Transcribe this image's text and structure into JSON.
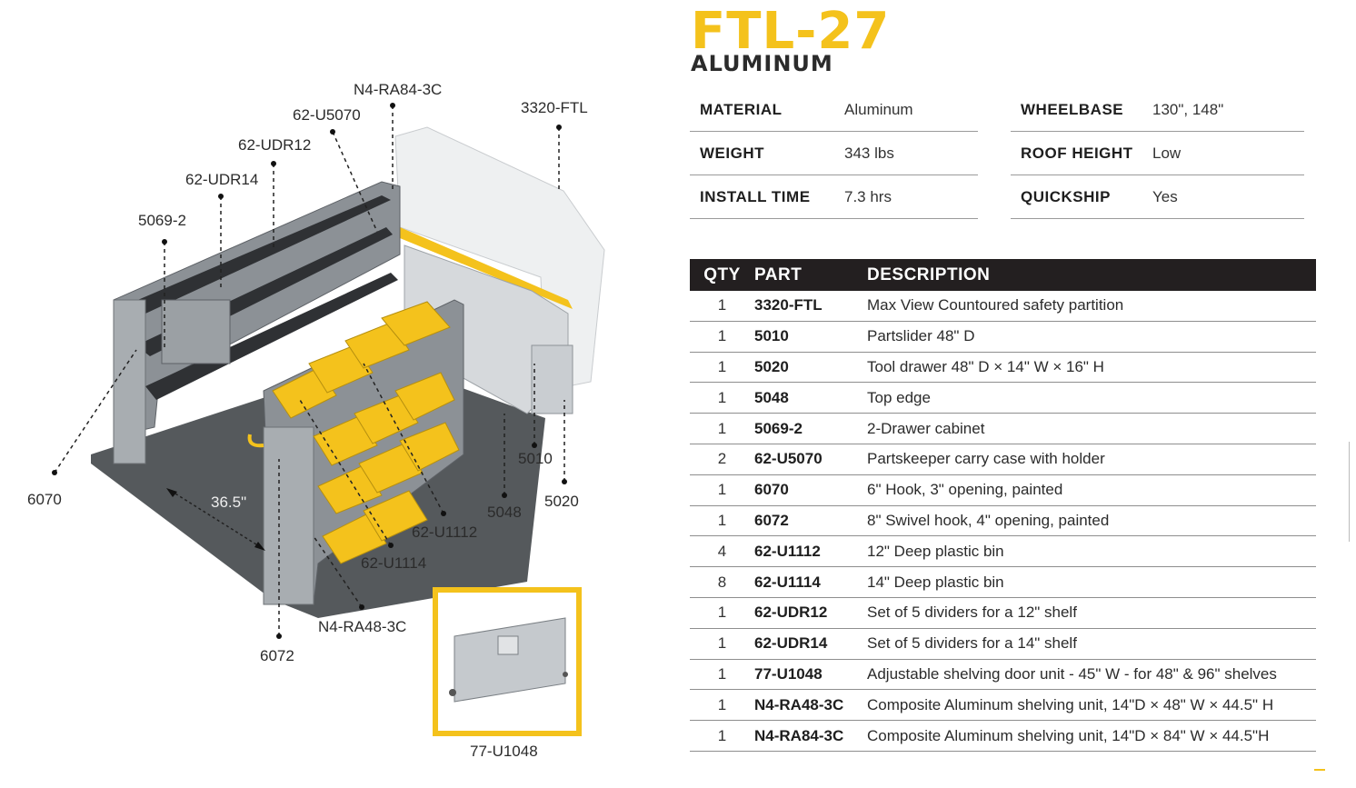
{
  "title": "FTL-27",
  "subtitle": "ALUMINUM",
  "colors": {
    "accent": "#f4c21c",
    "header_bg": "#231f20"
  },
  "specs": {
    "left": [
      {
        "key": "MATERIAL",
        "value": "Aluminum"
      },
      {
        "key": "WEIGHT",
        "value": "343 lbs"
      },
      {
        "key": "INSTALL TIME",
        "value": "7.3 hrs"
      }
    ],
    "right": [
      {
        "key": "WHEELBASE",
        "value": "130\", 148\""
      },
      {
        "key": "ROOF HEIGHT",
        "value": "Low"
      },
      {
        "key": "QUICKSHIP",
        "value": "Yes"
      }
    ]
  },
  "parts_table": {
    "headers": {
      "qty": "QTY",
      "part": "PART",
      "description": "DESCRIPTION"
    },
    "rows": [
      {
        "qty": "1",
        "part": "3320-FTL",
        "description": "Max View Countoured safety partition"
      },
      {
        "qty": "1",
        "part": "5010",
        "description": "Partslider 48\" D"
      },
      {
        "qty": "1",
        "part": "5020",
        "description": "Tool drawer 48\" D × 14\" W × 16\" H"
      },
      {
        "qty": "1",
        "part": "5048",
        "description": "Top edge"
      },
      {
        "qty": "1",
        "part": "5069-2",
        "description": "2-Drawer cabinet"
      },
      {
        "qty": "2",
        "part": "62-U5070",
        "description": "Partskeeper carry case with holder"
      },
      {
        "qty": "1",
        "part": "6070",
        "description": "6\" Hook, 3\" opening, painted"
      },
      {
        "qty": "1",
        "part": "6072",
        "description": "8\" Swivel hook, 4\" opening, painted"
      },
      {
        "qty": "4",
        "part": "62-U1112",
        "description": "12\" Deep plastic bin"
      },
      {
        "qty": "8",
        "part": "62-U1114",
        "description": "14\" Deep plastic bin"
      },
      {
        "qty": "1",
        "part": "62-UDR12",
        "description": "Set of 5 dividers for a 12\" shelf"
      },
      {
        "qty": "1",
        "part": "62-UDR14",
        "description": "Set of 5 dividers for a 14\" shelf"
      },
      {
        "qty": "1",
        "part": "77-U1048",
        "description": "Adjustable shelving door unit - 45\" W - for 48\" & 96\" shelves"
      },
      {
        "qty": "1",
        "part": "N4-RA48-3C",
        "description": "Composite Aluminum shelving unit, 14\"D × 48\" W × 44.5\" H"
      },
      {
        "qty": "1",
        "part": "N4-RA84-3C",
        "description": "Composite Aluminum shelving unit, 14\"D × 84\" W × 44.5\"H"
      }
    ]
  },
  "callouts": {
    "n4_ra84": "N4-RA84-3C",
    "u5070": "62-U5070",
    "udr12": "62-UDR12",
    "udr14": "62-UDR14",
    "c5069": "5069-2",
    "c3320": "3320-FTL",
    "c5010": "5010",
    "c5020": "5020",
    "c5048": "5048",
    "c6070": "6070",
    "c6072": "6072",
    "dim": "36.5\"",
    "u1112": "62-U1112",
    "u1114": "62-U1114",
    "n4_ra48": "N4-RA48-3C",
    "u1048": "77-U1048"
  }
}
